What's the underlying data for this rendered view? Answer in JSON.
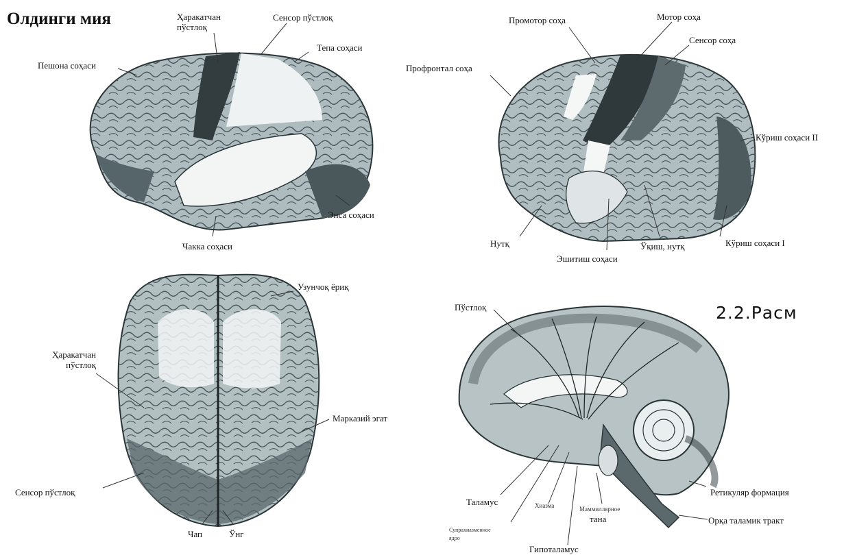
{
  "title": "Олдинги мия",
  "figure_number": "2.2.Расм",
  "panel_lateral_left": {
    "labels": {
      "motor_cortex": "Ҳаракатчан пўстлоқ",
      "sensory_cortex": "Сенсор пўстлоқ",
      "frontal_area": "Пешона соҳаси",
      "parietal_area": "Тепа соҳаси",
      "occipital_area": "Энса соҳаси",
      "temporal_area": "Чакка соҳаси"
    }
  },
  "panel_lateral_right": {
    "labels": {
      "premotor": "Промотор соҳа",
      "motor": "Мотор соҳа",
      "sensory": "Сенсор соҳа",
      "prefrontal": "Профронтал соҳа",
      "visual_2": "Кўриш соҳаси II",
      "speech": "Нутқ",
      "auditory": "Эшитиш соҳаси",
      "reading_speech": "Ўқиш, нутқ",
      "visual_1": "Кўриш соҳаси I"
    }
  },
  "panel_top_view": {
    "labels": {
      "longitudinal_fissure": "Узунчоқ ёриқ",
      "motor_cortex": "Ҳаракатчан пўстлоқ",
      "central_sulcus": "Марказий эгат",
      "sensory_cortex": "Сенсор пўстлоқ",
      "left": "Чап",
      "right": "Ўнг"
    }
  },
  "panel_midsagittal": {
    "labels": {
      "cortex": "Пўстлоқ",
      "reticular_formation": "Ретикуляр формация",
      "thalamus": "Таламус",
      "chiasm": "Хиазма",
      "mammillary_1": "Маммиллярное",
      "mammillary_2": "тана",
      "suprachiasmatic_1": "Супрахиазменное",
      "suprachiasmatic_2": "ядро",
      "dorsal_thalamic_tract": "Орқа таламик тракт",
      "hypothalamus": "Гипоталамус"
    }
  }
}
